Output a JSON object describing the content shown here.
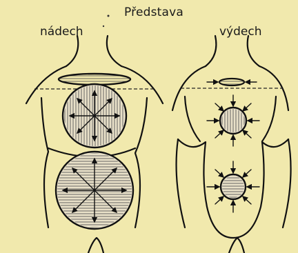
{
  "title": "Představa",
  "left_label": "nádech",
  "right_label": "výdech",
  "colors": {
    "background": "#f1e9ad",
    "ink": "#111111"
  }
}
